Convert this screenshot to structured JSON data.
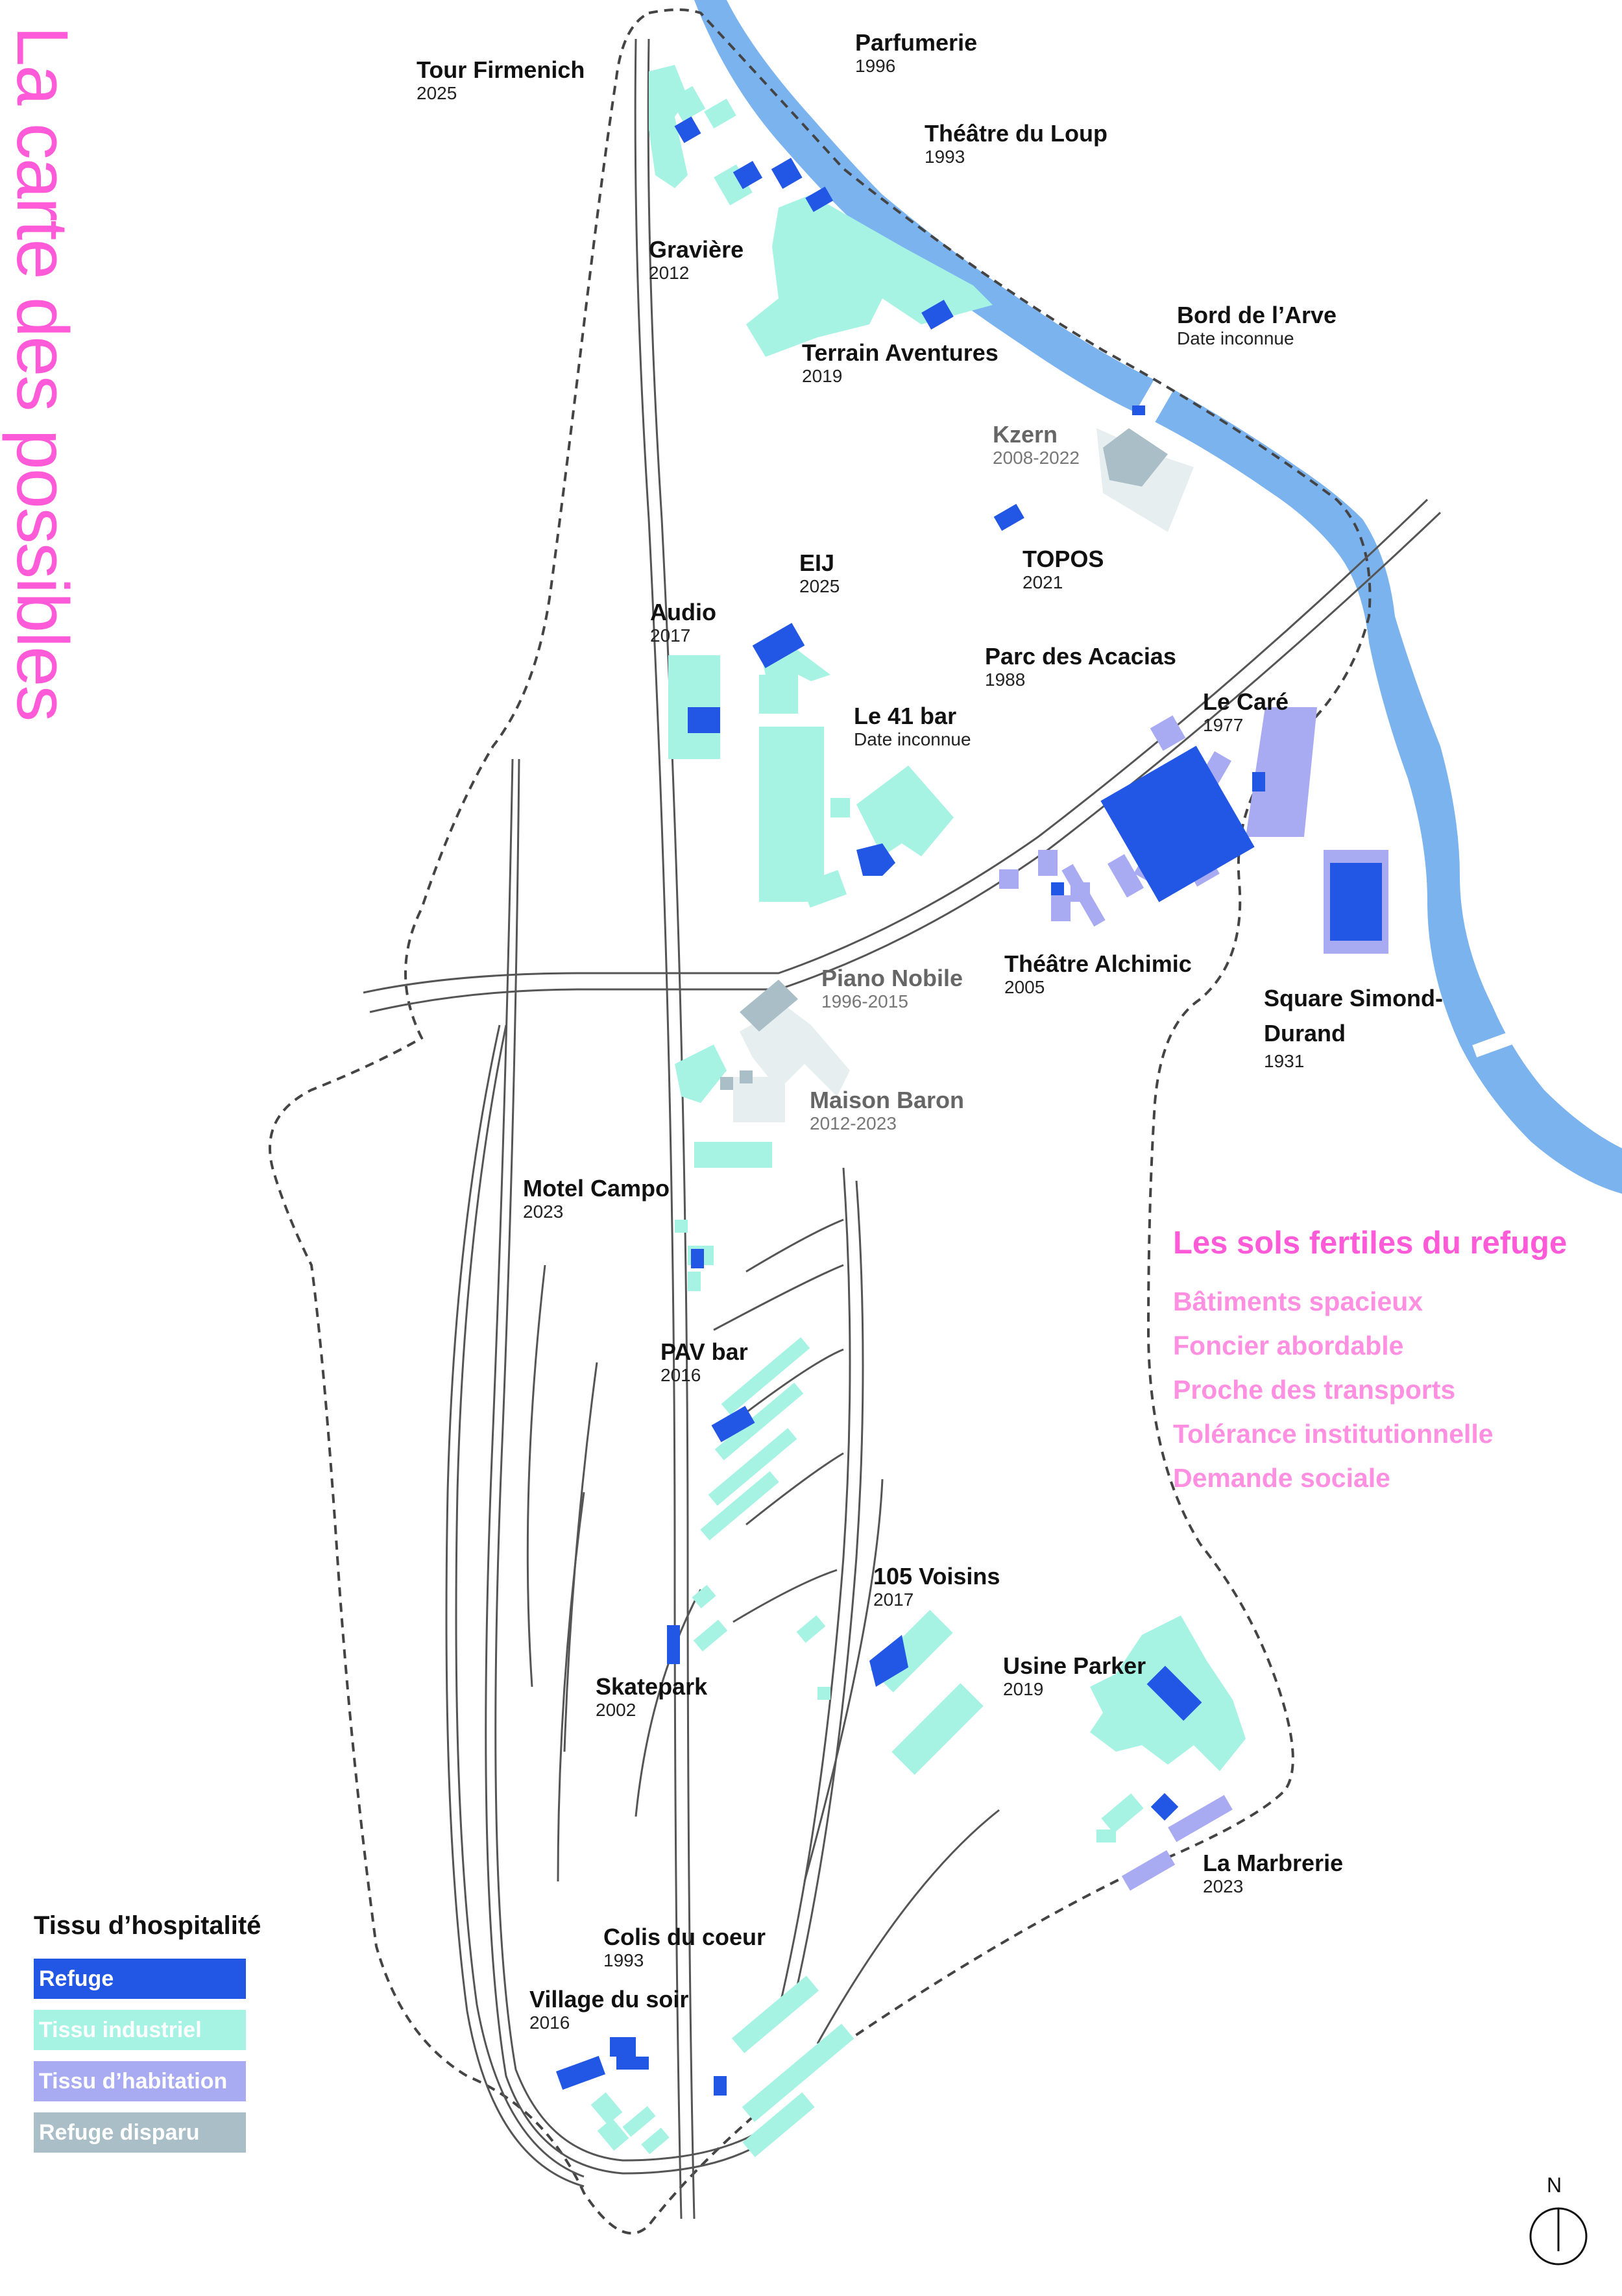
{
  "title": "La carte des possibles",
  "colors": {
    "refuge": "#2257e6",
    "industriel": "#a6f3e4",
    "habitation": "#a9abf2",
    "disparu": "#a9bec6",
    "river": "#7bb3ef",
    "accent": "#ff5ad8"
  },
  "places": [
    {
      "name": "Tour Firmenich",
      "year": "2025",
      "status": "active"
    },
    {
      "name": "Parfumerie",
      "year": "1996",
      "status": "active"
    },
    {
      "name": "Théâtre du Loup",
      "year": "1993",
      "status": "active"
    },
    {
      "name": "Gravière",
      "year": "2012",
      "status": "active"
    },
    {
      "name": "Terrain Aventures",
      "year": "2019",
      "status": "active"
    },
    {
      "name": "Bord de l’Arve",
      "year": "Date inconnue",
      "status": "active"
    },
    {
      "name": "Kzern",
      "year": "2008-2022",
      "status": "gone"
    },
    {
      "name": "TOPOS",
      "year": "2021",
      "status": "active"
    },
    {
      "name": "EIJ",
      "year": "2025",
      "status": "active"
    },
    {
      "name": "Audio",
      "year": "2017",
      "status": "active"
    },
    {
      "name": "Parc des Acacias",
      "year": "1988",
      "status": "active"
    },
    {
      "name": "Le Caré",
      "year": "1977",
      "status": "active"
    },
    {
      "name": "Le 41 bar",
      "year": "Date inconnue",
      "status": "active"
    },
    {
      "name": "Piano Nobile",
      "year": "1996-2015",
      "status": "gone"
    },
    {
      "name": "Théâtre Alchimic",
      "year": "2005",
      "status": "active"
    },
    {
      "name": "Square Simond-Durand",
      "year": "1931",
      "status": "active"
    },
    {
      "name": "Maison Baron",
      "year": "2012-2023",
      "status": "gone"
    },
    {
      "name": "Motel Campo",
      "year": "2023",
      "status": "active"
    },
    {
      "name": "PAV bar",
      "year": "2016",
      "status": "active"
    },
    {
      "name": "105 Voisins",
      "year": "2017",
      "status": "active"
    },
    {
      "name": "Skatepark",
      "year": "2002",
      "status": "active"
    },
    {
      "name": "Usine Parker",
      "year": "2019",
      "status": "active"
    },
    {
      "name": "La Marbrerie",
      "year": "2023",
      "status": "active"
    },
    {
      "name": "Colis du coeur",
      "year": "1993",
      "status": "active"
    },
    {
      "name": "Village du soir",
      "year": "2016",
      "status": "active"
    }
  ],
  "fertile": {
    "title": "Les sols fertiles du refuge",
    "items": [
      "Bâtiments spacieux",
      "Foncier abordable",
      "Proche des transports",
      "Tolérance institutionnelle",
      "Demande sociale"
    ]
  },
  "legend": {
    "title": "Tissu d’hospitalité",
    "items": [
      {
        "label": "Refuge",
        "color": "#2257e6"
      },
      {
        "label": "Tissu industriel",
        "color": "#a6f3e4"
      },
      {
        "label": "Tissu d’habitation",
        "color": "#a9abf2"
      },
      {
        "label": "Refuge disparu",
        "color": "#a9bec6"
      }
    ]
  },
  "north_label": "N"
}
